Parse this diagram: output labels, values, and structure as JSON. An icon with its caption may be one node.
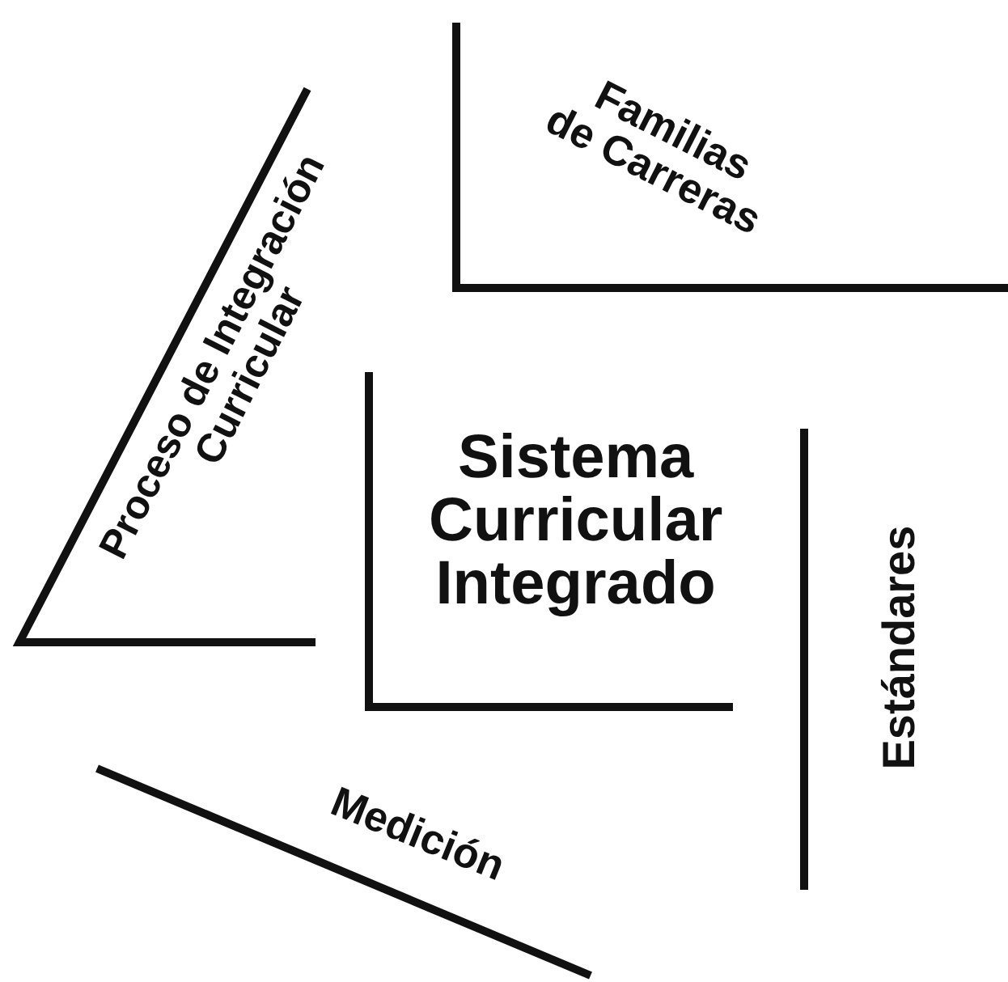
{
  "diagram": {
    "nodes": [
      {
        "text": [
          "Familias de Carreras"
        ]
      },
      {
        "text": [
          "Proceso de Integración Curricular"
        ]
      },
      {
        "text": [
          "Sistema Curricular Integrado"
        ]
      },
      {
        "text": [
          "Estándares"
        ]
      },
      {
        "text": [
          "Medición"
        ]
      }
    ]
  }
}
